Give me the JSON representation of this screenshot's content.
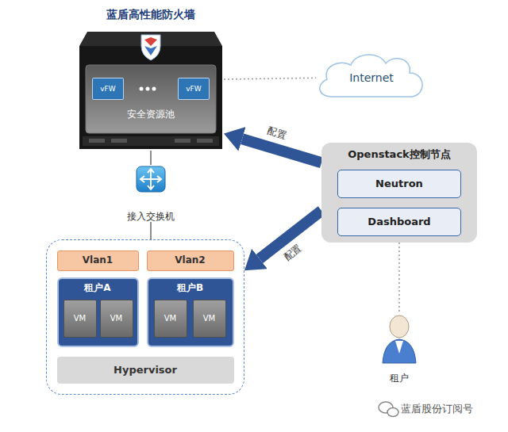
{
  "diagram": {
    "nodes": [
      {
        "text": [
          "蓝盾高性能防火墙",
          "安全资源池"
        ]
      },
      {
        "text": [
          "vFW"
        ],
        "in": 0
      },
      {
        "text": [
          "vFW"
        ],
        "in": 0
      },
      {
        "text": [
          "Internet"
        ]
      },
      {
        "text": [
          "接入交换机"
        ]
      },
      {
        "text": []
      },
      {
        "text": [
          "Vlan1"
        ],
        "in": 5
      },
      {
        "text": [
          "Vlan2"
        ],
        "in": 5
      },
      {
        "text": [
          "租户A"
        ],
        "in": 5
      },
      {
        "text": [
          "VM"
        ],
        "in": 8
      },
      {
        "text": [
          "VM"
        ],
        "in": 8
      },
      {
        "text": [
          "租户B"
        ],
        "in": 5
      },
      {
        "text": [
          "VM"
        ],
        "in": 11
      },
      {
        "text": [
          "VM"
        ],
        "in": 11
      },
      {
        "text": [
          "Hypervisor"
        ],
        "in": 5
      },
      {
        "text": [
          "Openstack控制节点"
        ]
      },
      {
        "text": [
          "Neutron"
        ],
        "in": 15
      },
      {
        "text": [
          "Dashboard"
        ],
        "in": 15
      },
      {
        "text": [
          "租户"
        ]
      }
    ],
    "edges": [
      {
        "from": 0,
        "to": 3,
        "arrow": "none"
      },
      {
        "from": 0,
        "to": 4,
        "arrow": "none"
      },
      {
        "from": 4,
        "to": 5,
        "arrow": "none"
      },
      {
        "from": 15,
        "to": 0,
        "label": "配置",
        "arrow": "to"
      },
      {
        "from": 15,
        "to": 5,
        "label": "配置",
        "arrow": "to"
      },
      {
        "from": 15,
        "to": 18,
        "arrow": "none"
      }
    ],
    "labels": [
      "蓝盾股份订阅号"
    ]
  }
}
